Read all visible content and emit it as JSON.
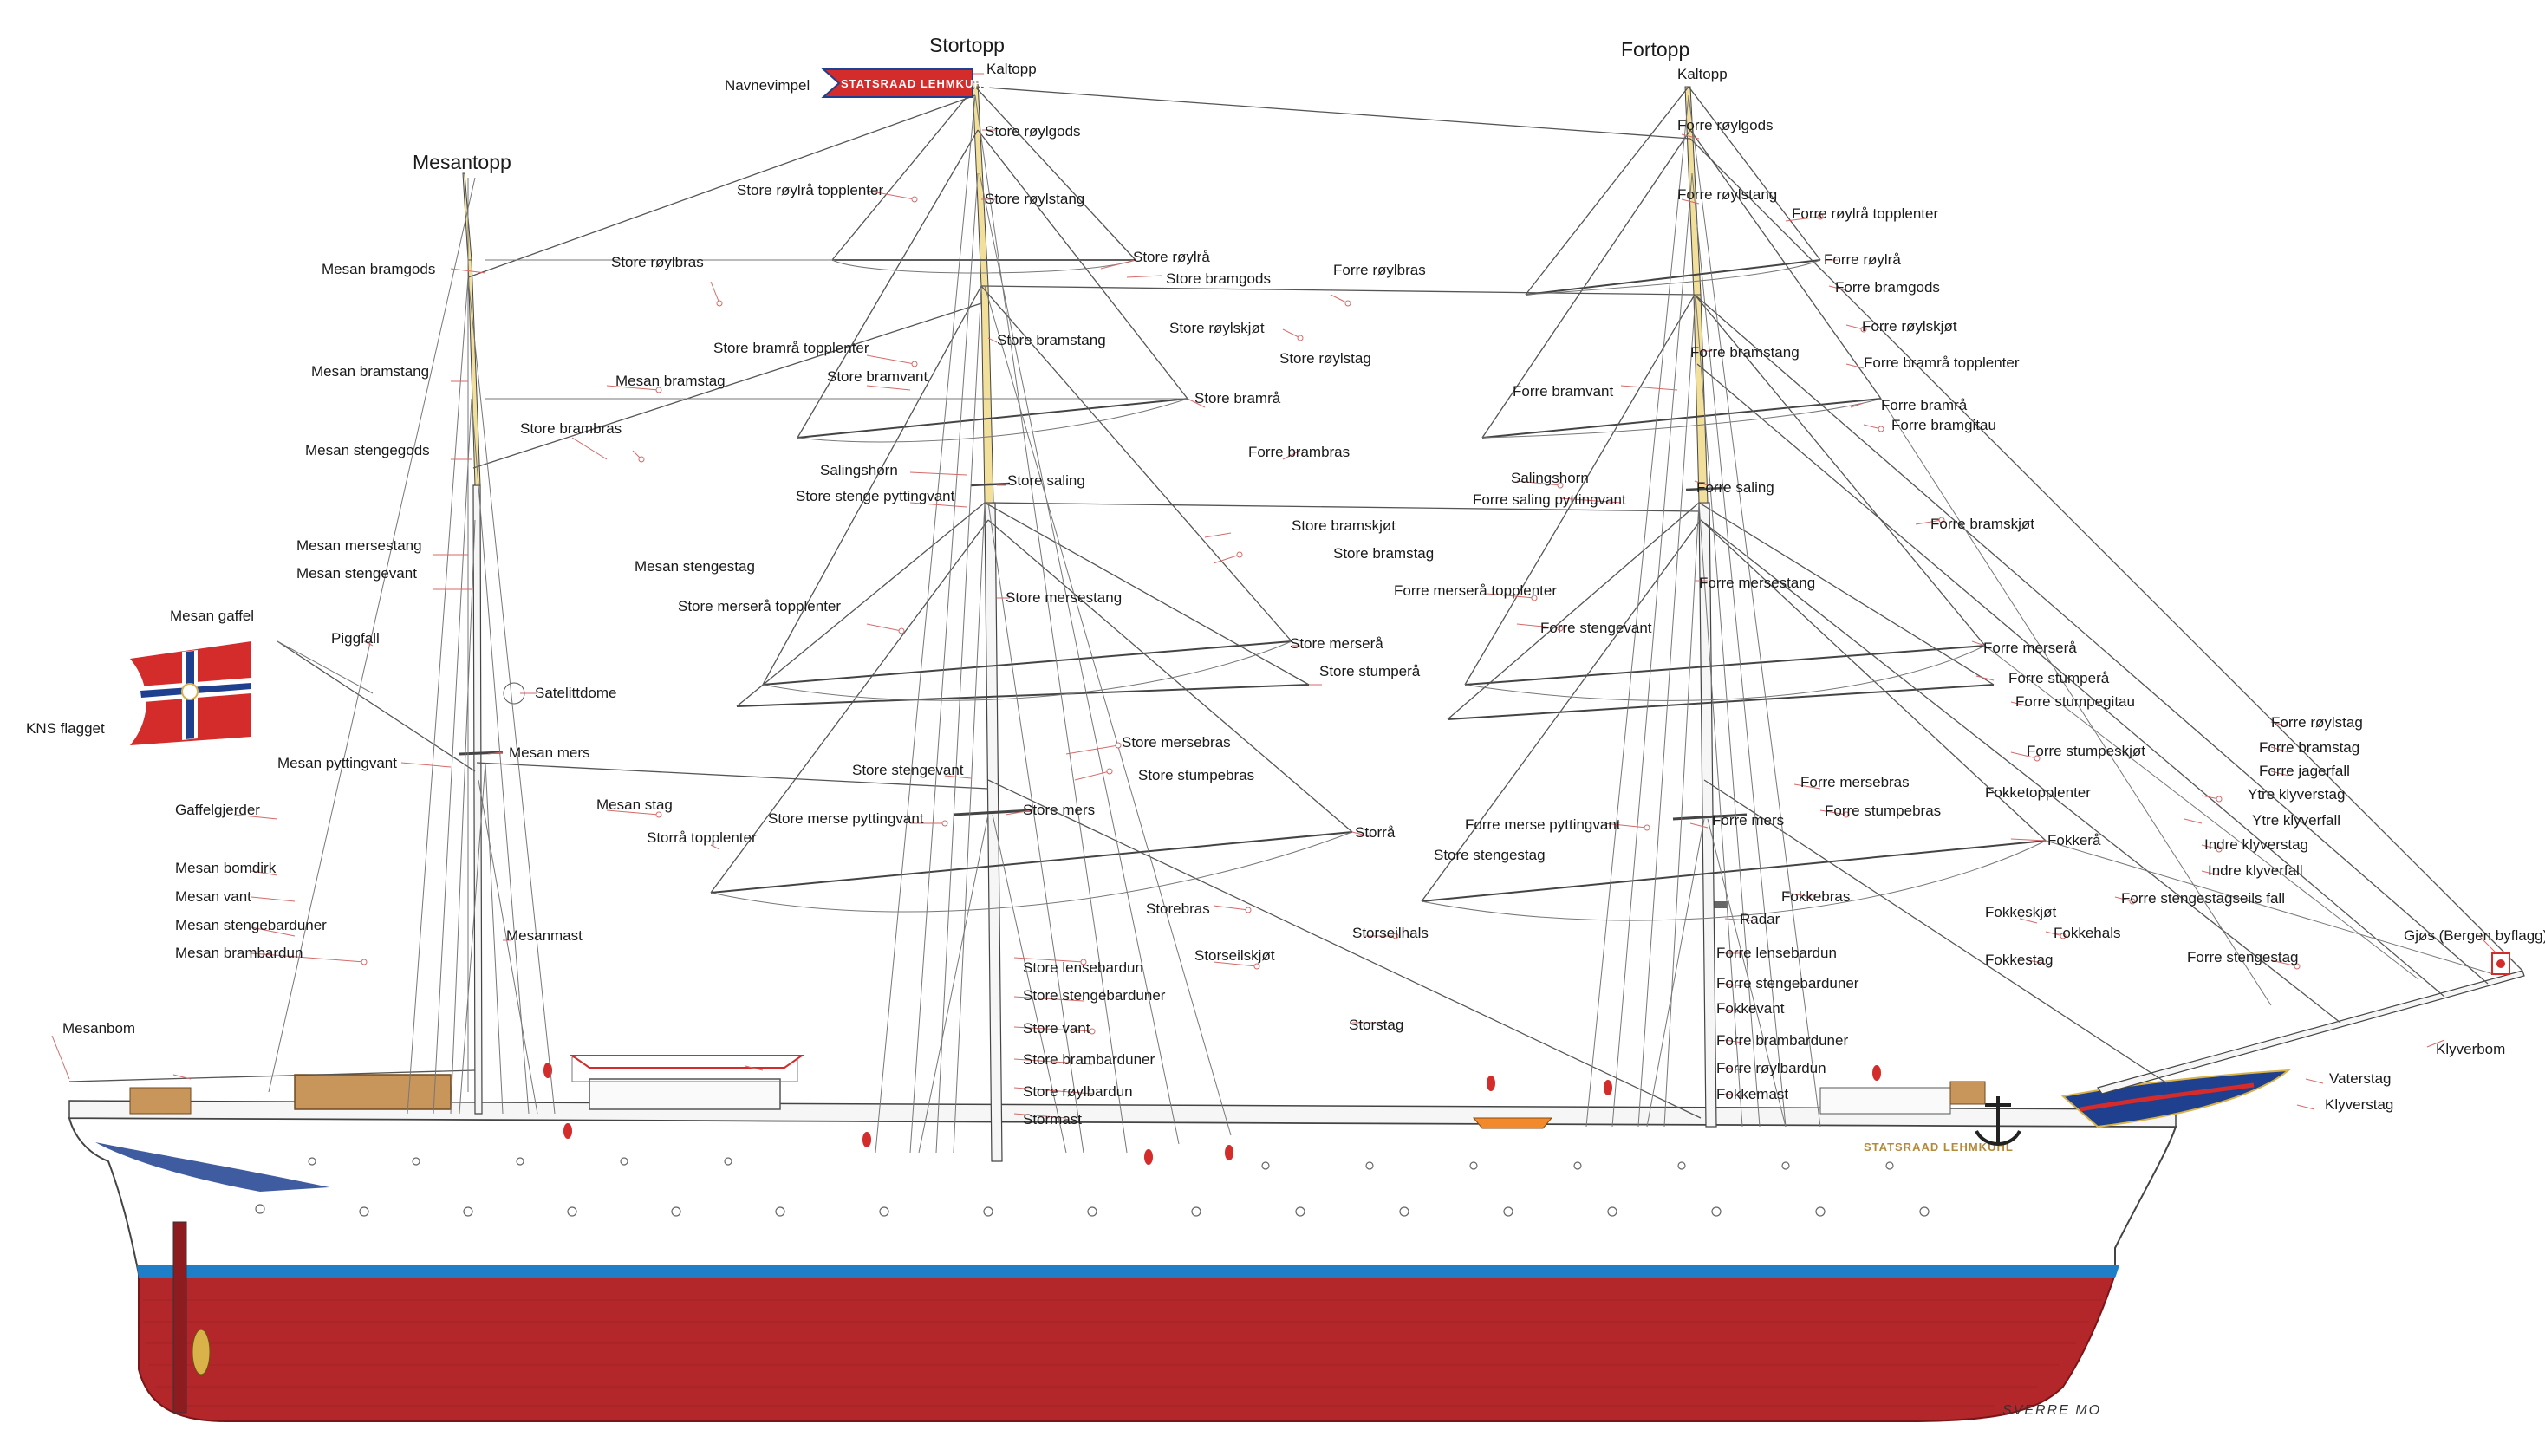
{
  "labels": {
    "stortopp": "Stortopp",
    "fortopp": "Fortopp",
    "mesantopp": "Mesantopp",
    "navnevimpel": "Navnevimpel",
    "kaltopp_main": "Kaltopp",
    "kaltopp_fore": "Kaltopp",
    "store_roylgods": "Store røylgods",
    "store_roylra_topplenter": "Store røylrå topplenter",
    "store_roylstang": "Store røylstang",
    "store_roylbras": "Store røylbras",
    "store_roylra": "Store røylrå",
    "store_bramgods": "Store bramgods",
    "forre_roylbras": "Forre røylbras",
    "mesan_bramgods": "Mesan bramgods",
    "store_roylskjot": "Store røylskjøt",
    "store_bramra_topplenter": "Store bramrå topplenter",
    "store_bramstang": "Store bramstang",
    "store_roylstag": "Store røylstag",
    "mesan_bramstang": "Mesan bramstang",
    "mesan_bramstag": "Mesan bramstag",
    "store_bramvant": "Store bramvant",
    "store_bramra": "Store bramrå",
    "store_brambras": "Store brambras",
    "forre_brambras": "Forre brambras",
    "mesan_stengegods": "Mesan stengegods",
    "salingshorn_main": "Salingshorn",
    "store_saling": "Store saling",
    "store_stenge_pyttingvant": "Store stenge pyttingvant",
    "store_bramskjot": "Store bramskjøt",
    "store_bramstag": "Store bramstag",
    "mesan_mersestang": "Mesan mersestang",
    "mesan_stengegstag": "Mesan stengestag",
    "mesan_stengevant": "Mesan stengevant",
    "store_mersestang": "Store mersestang",
    "store_mersera_topplenter": "Store merserå topplenter",
    "mesan_gaffel": "Mesan gaffel",
    "piggfall": "Piggfall",
    "store_mersera": "Store merserå",
    "store_stumpera": "Store stumperå",
    "kns_flagget": "KNS flagget",
    "satelittdome": "Satelittdome",
    "store_mersebras": "Store mersebras",
    "mesan_mers": "Mesan mers",
    "mesan_pyttingvant": "Mesan pyttingvant",
    "store_stengevant": "Store stengevant",
    "store_stumpebras": "Store stumpebras",
    "mesan_stag": "Mesan stag",
    "store_mers": "Store mers",
    "gaffelgjerder": "Gaffelgjerder",
    "store_merse_pyttingvant": "Store merse pyttingvant",
    "storra_topplenter": "Storrå topplenter",
    "storra": "Storrå",
    "mesan_bomdirk": "Mesan bomdirk",
    "mesan_vant": "Mesan vant",
    "storebras": "Storebras",
    "mesan_stengebarduner": "Mesan stengebarduner",
    "mesanmast": "Mesanmast",
    "mesan_brambardun": "Mesan brambardun",
    "store_lensebardun": "Store lensebardun",
    "storseilskjot": "Storseilskjøt",
    "store_stengebarduner": "Store stengebarduner",
    "mesanbom": "Mesanbom",
    "store_vant": "Store vant",
    "store_brambarduner": "Store brambarduner",
    "store_roylbardun": "Store røylbardun",
    "stormast": "Stormast",
    "storseilhals": "Storseilhals",
    "storstag": "Storstag",
    "store_stengestag": "Store stengestag",
    "forre_roylgods": "Forre røylgods",
    "forre_roylstang": "Forre røylstang",
    "forre_roylra_topplenter": "Forre røylrå topplenter",
    "forre_roylra": "Forre røylrå",
    "forre_bramgods": "Forre bramgods",
    "forre_roylskjot": "Forre røylskjøt",
    "forre_bramstang": "Forre bramstang",
    "forre_bramra_topplenter": "Forre bramrå topplenter",
    "forre_bramvant": "Forre bramvant",
    "forre_bramra": "Forre bramrå",
    "forre_bramgitau": "Forre bramgitau",
    "salingshorn_fore": "Salingshorn",
    "forre_saling": "Forre saling",
    "forre_saling_pyttingvant": "Forre saling pyttingvant",
    "forre_bramskjot": "Forre bramskjøt",
    "forre_mersestang": "Forre mersestang",
    "forre_mersera_topplenter": "Forre merserå topplenter",
    "forre_stengevant": "Forre stengevant",
    "forre_mersera": "Forre merserå",
    "forre_stumpera": "Forre stumperå",
    "forre_stumpegitau": "Forre stumpegitau",
    "forre_roylstag": "Forre røylstag",
    "forre_bramstag": "Forre bramstag",
    "forre_stumpeskjot": "Forre stumpeskjøt",
    "forre_jagerfall": "Forre jagerfall",
    "forre_mersebras": "Forre mersebras",
    "fokketopplenter": "Fokketopplenter",
    "ytre_klyverstag": "Ytre klyverstag",
    "forre_stumpebras": "Forre stumpebras",
    "ytre_klyverfall": "Ytre klyverfall",
    "forre_merse_pyttingvant": "Forre merse pyttingvant",
    "forre_mers": "Forre mers",
    "fokkera": "Fokkerå",
    "indre_klyverstag": "Indre klyverstag",
    "indre_klyverfall": "Indre klyverfall",
    "fokkebras": "Fokkebras",
    "forre_stengestagseils_fall": "Forre stengestagseils fall",
    "radar": "Radar",
    "fokkeskjot": "Fokkeskjøt",
    "fokkehals": "Fokkehals",
    "gjos": "Gjøs (Bergen byflagg)",
    "forre_lensebardun": "Forre lensebardun",
    "fokkestag": "Fokkestag",
    "forre_stengestag": "Forre stengestag",
    "forre_stengebarduner": "Forre stengebarduner",
    "fokkevant": "Fokkevant",
    "klyverbom": "Klyverbom",
    "forre_brambarduner": "Forre brambarduner",
    "forre_roylbardun": "Forre røylbardun",
    "vaterstag": "Vaterstag",
    "fokkemast": "Fokkemast",
    "klyverstag": "Klyverstag"
  },
  "pennant_text": "STATSRAAD LEHMKUHL",
  "hull_name": "STATSRAAD LEHMKUHL",
  "signature": "SVERRE MO",
  "colors": {
    "hull_red": "#b3262a",
    "waterline_blue": "#1e7fc8",
    "flag_red": "#d42b2b",
    "flag_blue": "#1f3f8f",
    "mast_yellow": "#f2df9a",
    "leader_red": "#d46a6a",
    "deck_wood": "#c8955a"
  }
}
